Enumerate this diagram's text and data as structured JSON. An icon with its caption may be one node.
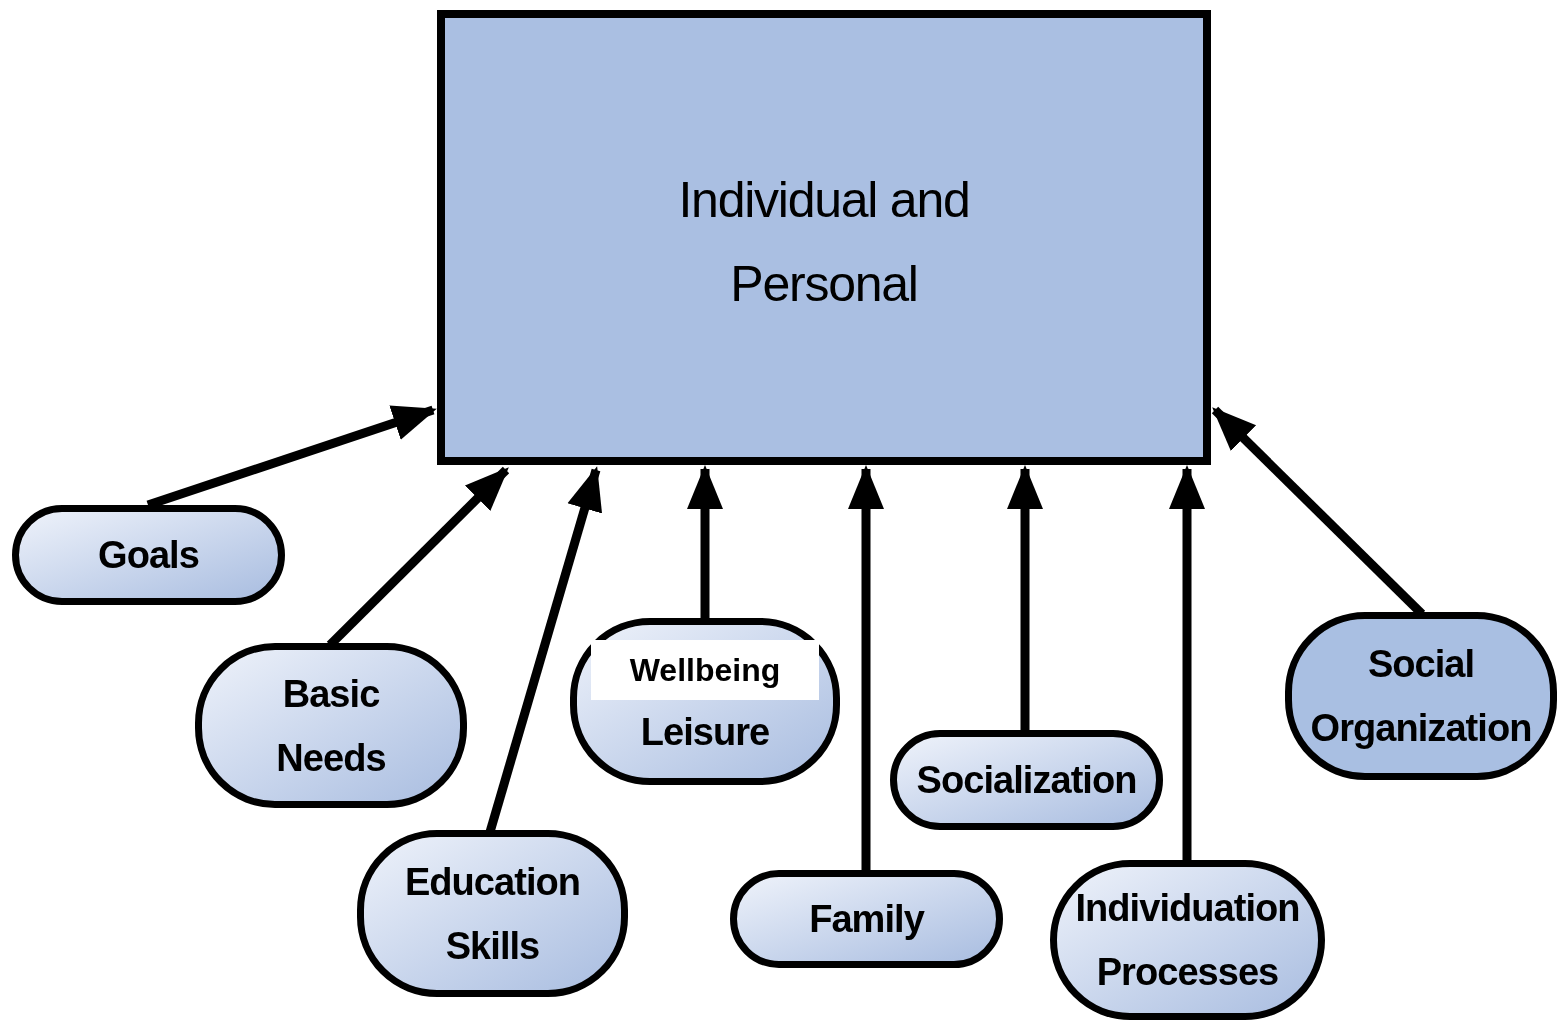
{
  "diagram": {
    "nodes": [
      {
        "text": [
          "Individual and Personal"
        ]
      },
      {
        "text": [
          "Goals"
        ]
      },
      {
        "text": [
          "Basic Needs"
        ]
      },
      {
        "text": [
          "Education Skills"
        ]
      },
      {
        "text": [
          "Wellbeing",
          "Leisure"
        ]
      },
      {
        "text": [
          "Family"
        ]
      },
      {
        "text": [
          "Socialization"
        ]
      },
      {
        "text": [
          "Individuation Processes"
        ]
      },
      {
        "text": [
          "Social Organization"
        ]
      }
    ],
    "edges": [
      {
        "from": 1,
        "to": 0,
        "arrow": "to"
      },
      {
        "from": 2,
        "to": 0,
        "arrow": "to"
      },
      {
        "from": 3,
        "to": 0,
        "arrow": "to"
      },
      {
        "from": 4,
        "to": 0,
        "arrow": "to"
      },
      {
        "from": 5,
        "to": 0,
        "arrow": "to"
      },
      {
        "from": 6,
        "to": 0,
        "arrow": "to"
      },
      {
        "from": 7,
        "to": 0,
        "arrow": "to"
      },
      {
        "from": 8,
        "to": 0,
        "arrow": "to"
      }
    ]
  }
}
